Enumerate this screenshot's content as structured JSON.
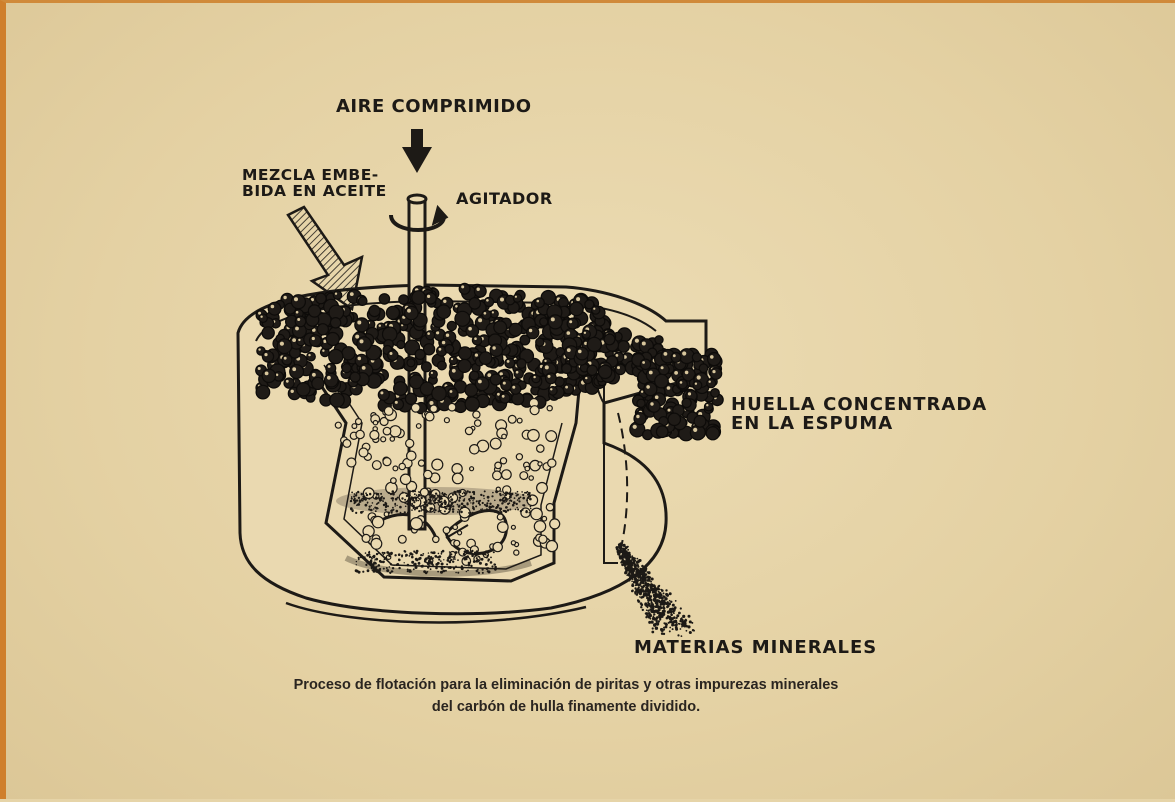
{
  "labels": {
    "compressed_air": "AIRE COMPRIMIDO",
    "oil_mixture_line1": "MEZCLA EMBE-",
    "oil_mixture_line2": "BIDA EN ACEITE",
    "agitator": "AGITADOR",
    "froth_line1": "HUELLA CONCENTRADA",
    "froth_line2": "EN LA ESPUMA",
    "minerals": "MATERIAS MINERALES"
  },
  "caption": {
    "line1": "Proceso de flotación para la eliminación de piritas y otras impurezas minerales",
    "line2": "del carbón de hulla finamente dividido."
  },
  "colors": {
    "paper": "#e6d4a8",
    "ink": "#1d1a16",
    "border": "#cf7f2c"
  }
}
